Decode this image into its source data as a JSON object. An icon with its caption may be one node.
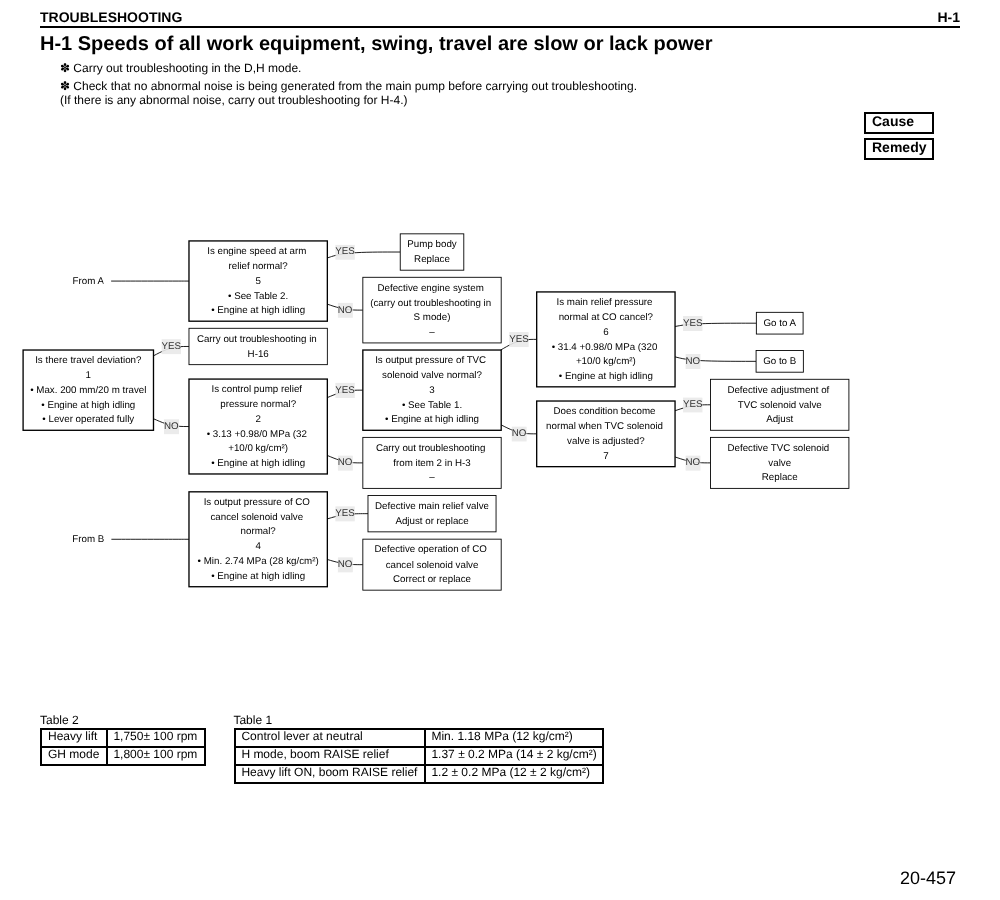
{
  "diagram": {
    "title": "H-1 Speeds of all work equipment, swing, travel are slow or lack power",
    "nodes": [
      {
        "text": [
          "Is there travel deviation?",
          "1",
          "• Max. 200 mm/20 m travel",
          "• Engine at high idling",
          "• Lever operated fully"
        ]
      },
      {
        "text": [
          "Is control pump relief pressure normal?",
          "2",
          "• 3.13 +0.98/0 MPa (32 +10/0 kg/cm²)",
          "• Engine at high idling"
        ]
      },
      {
        "text": [
          "Is output pressure of TVC solenoid valve normal?",
          "3",
          "• See Table 1.",
          "• Engine at high idling"
        ]
      },
      {
        "text": [
          "Is main relief pressure normal at CO cancel?",
          "6",
          "• 31.4 +0.98/0 MPa (320 +10/0 kg/cm²)",
          "• Engine at high idling"
        ]
      },
      {
        "text": [
          "Does condition become normal when TVC solenoid valve is adjusted?",
          "7"
        ]
      },
      {
        "text": [
          "From A"
        ]
      },
      {
        "text": [
          "Is engine speed at arm relief normal?",
          "5",
          "• See Table 2.",
          "• Engine at high idling"
        ]
      },
      {
        "text": [
          "From B"
        ]
      },
      {
        "text": [
          "Is output pressure of CO cancel solenoid valve normal?",
          "4",
          "• Min. 2.74 MPa (28 kg/cm²)",
          "• Engine at high idling"
        ]
      },
      {
        "text": [
          "Carry out troubleshooting in H-16"
        ]
      },
      {
        "text": [
          "Go to A"
        ]
      },
      {
        "text": [
          "Go to B"
        ]
      },
      {
        "text": [
          "Defective adjustment of TVC solenoid valve",
          "Adjust"
        ]
      },
      {
        "text": [
          "Defective TVC solenoid valve",
          "Replace"
        ]
      },
      {
        "text": [
          "Carry out troubleshooting from item 2 in H-3",
          "–"
        ]
      },
      {
        "text": [
          "Pump body",
          "Replace"
        ]
      },
      {
        "text": [
          "Defective engine system (carry out troubleshooting in S mode)",
          "–"
        ]
      },
      {
        "text": [
          "Defective main relief valve",
          "Adjust or replace"
        ]
      },
      {
        "text": [
          "Defective operation of CO cancel solenoid valve",
          "Correct or replace"
        ]
      }
    ],
    "edges": [
      {
        "from": 0,
        "to": 9,
        "arrow": "none",
        "label": "YES"
      },
      {
        "from": 0,
        "to": 1,
        "arrow": "none",
        "label": "NO"
      },
      {
        "from": 1,
        "to": 2,
        "arrow": "none",
        "label": "YES"
      },
      {
        "from": 1,
        "to": 14,
        "arrow": "none",
        "label": "NO"
      },
      {
        "from": 2,
        "to": 3,
        "arrow": "none",
        "label": "YES"
      },
      {
        "from": 2,
        "to": 4,
        "arrow": "none",
        "label": "NO"
      },
      {
        "from": 3,
        "to": 10,
        "arrow": "none",
        "label": "YES"
      },
      {
        "from": 3,
        "to": 11,
        "arrow": "none",
        "label": "NO"
      },
      {
        "from": 4,
        "to": 12,
        "arrow": "none",
        "label": "YES"
      },
      {
        "from": 4,
        "to": 13,
        "arrow": "none",
        "label": "NO"
      },
      {
        "from": 5,
        "to": 6,
        "arrow": "none"
      },
      {
        "from": 6,
        "to": 15,
        "arrow": "none",
        "label": "YES"
      },
      {
        "from": 6,
        "to": 16,
        "arrow": "none",
        "label": "NO"
      },
      {
        "from": 7,
        "to": 8,
        "arrow": "none"
      },
      {
        "from": 8,
        "to": 17,
        "arrow": "none",
        "label": "YES"
      },
      {
        "from": 8,
        "to": 18,
        "arrow": "none",
        "label": "NO"
      }
    ],
    "labels": [
      "TROUBLESHOOTING",
      "H-1",
      "✽ Carry out troubleshooting in the D,H mode.",
      "✽ Check that no abnormal noise is being generated from the main pump before carrying out troubleshooting.",
      "(If there is any abnormal noise, carry out troubleshooting for H-4.)",
      "Cause",
      "Remedy",
      "Table 2",
      "Heavy lift",
      "1,750± 100 rpm",
      "GH mode",
      "1,800± 100 rpm",
      "Table 1",
      "Control lever at neutral",
      "Min. 1.18 MPa (12 kg/cm²)",
      "H mode, boom RAISE relief",
      "1.37 ± 0.2 MPa (14 ± 2 kg/cm²)",
      "Heavy lift ON, boom RAISE relief",
      "1.2 ± 0.2 MPa (12 ± 2 kg/cm²)",
      "20-457"
    ]
  }
}
